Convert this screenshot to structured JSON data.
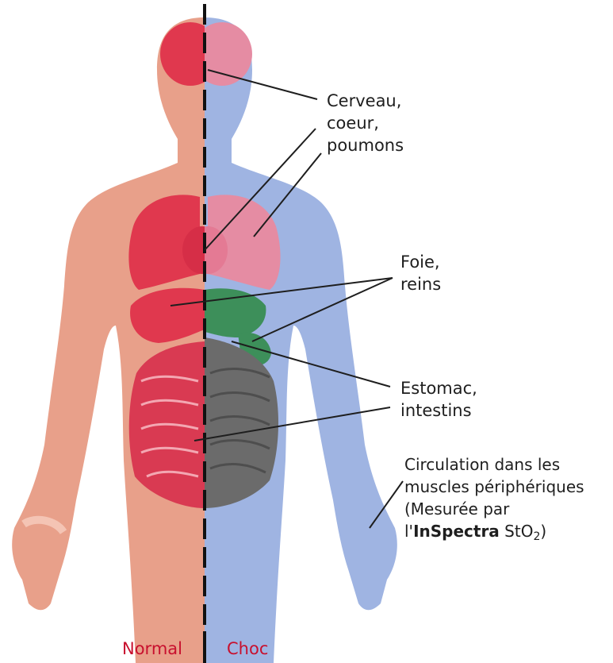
{
  "labels": {
    "brain_heart_lungs": [
      "Cerveau,",
      "coeur,",
      "poumons"
    ],
    "liver_kidneys": [
      "Foie,",
      "reins"
    ],
    "stomach_intestines": [
      "Estomac,",
      "intestins"
    ],
    "circulation": {
      "line1": "Circulation dans les",
      "line2": "muscles périphériques",
      "line3": "(Mesurée par",
      "line4_prefix": "l'",
      "line4_brand": "InSpectra",
      "line4_unit_a": " StO",
      "line4_unit_sub": "2",
      "line4_suffix": ")"
    }
  },
  "bottom": {
    "normal": "Normal",
    "shock": "Choc"
  },
  "colors": {
    "normal_skin": "#e8a08a",
    "shock_skin": "#9fb4e2",
    "normal_organ": "#e0384e",
    "shock_organ": "#e58ca3",
    "gut_gray": "#6b6b6b",
    "green": "#3d8f5a",
    "label_red": "#c8102e"
  }
}
